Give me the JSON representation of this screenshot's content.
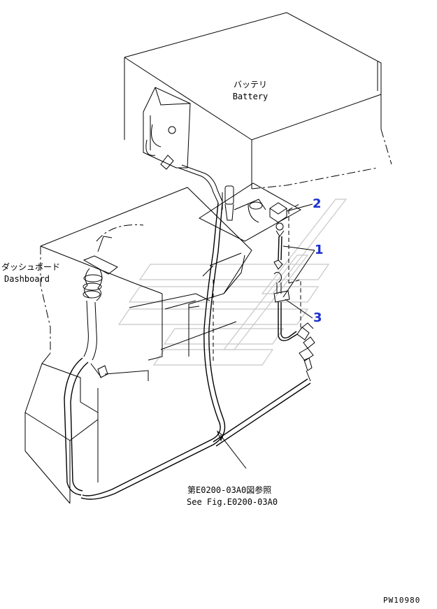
{
  "labels": {
    "battery_jp": "バッテリ",
    "battery_en": "Battery",
    "dashboard_jp": "ダッシュボード",
    "dashboard_en": "Dashboard",
    "seefig_jp": "第E0200-03A0図参照",
    "seefig_en": "See Fig.E0200-03A0",
    "drawing_no": "PW10980"
  },
  "callouts": [
    "1",
    "2",
    "3"
  ]
}
